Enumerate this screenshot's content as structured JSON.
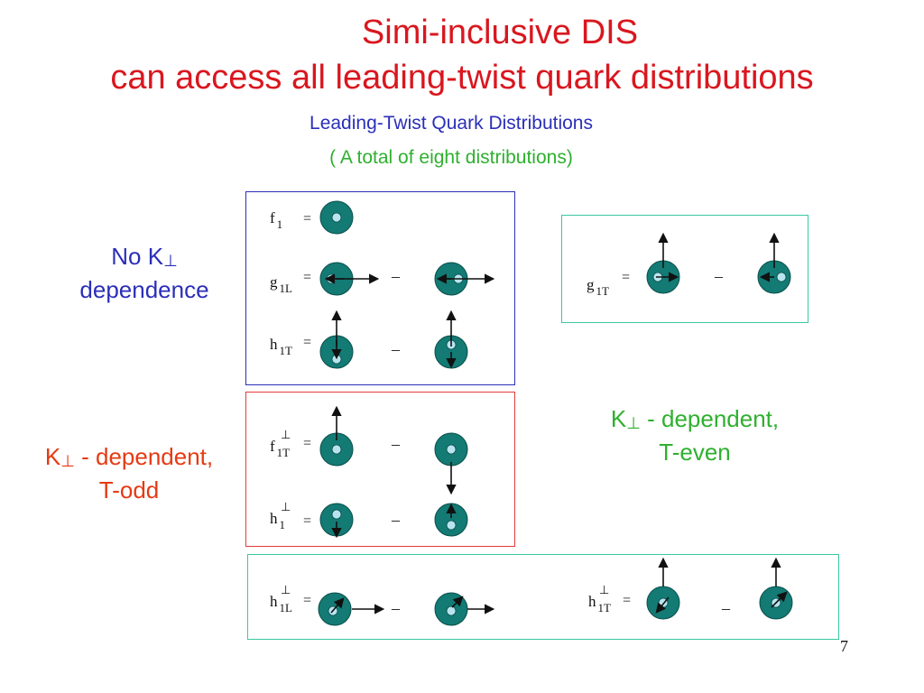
{
  "header": {
    "title_line1": "Simi-inclusive DIS",
    "title_line2": "can access all leading-twist quark distributions",
    "subtitle1": "Leading-Twist Quark Distributions",
    "subtitle2": "( A total of eight distributions)"
  },
  "labels": {
    "no_k": {
      "line1": "No K",
      "line2": "dependence"
    },
    "t_odd": {
      "line1": "K",
      "line1_rest": " - dependent,",
      "line2": "T-odd"
    },
    "t_even": {
      "line1": "K",
      "line1_rest": " - dependent,",
      "line2": "T-even"
    },
    "perp_symbol": "⊥"
  },
  "equation_signs": {
    "equals": "=",
    "minus": "–"
  },
  "distributions": [
    {
      "id": "f1",
      "base": "f",
      "sub": "1",
      "sup": ""
    },
    {
      "id": "g1L",
      "base": "g",
      "sub": "1L",
      "sup": ""
    },
    {
      "id": "h1T",
      "base": "h",
      "sub": "1T",
      "sup": ""
    },
    {
      "id": "g1T",
      "base": "g",
      "sub": "1T",
      "sup": ""
    },
    {
      "id": "f1T_perp",
      "base": "f",
      "sub": "1T",
      "sup": "⊥"
    },
    {
      "id": "h1_perp",
      "base": "h",
      "sub": "1",
      "sup": "⊥"
    },
    {
      "id": "h1L_perp",
      "base": "h",
      "sub": "1L",
      "sup": "⊥"
    },
    {
      "id": "h1T_perp",
      "base": "h",
      "sub": "1T",
      "sup": "⊥"
    }
  ],
  "colors": {
    "title": "#d9171f",
    "blue_text": "#2b2fb8",
    "green_text": "#2fb02f",
    "orange_text": "#e63a12",
    "nucleon_fill": "#137a74",
    "quark_fill": "#b9e4ef"
  },
  "page_number": "7"
}
